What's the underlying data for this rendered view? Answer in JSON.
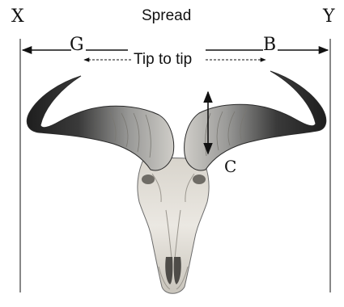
{
  "labels": {
    "x": "X",
    "y": "Y",
    "spread": "Spread",
    "g": "G",
    "b": "B",
    "tip_to_tip": "Tip to tip",
    "c": "C"
  },
  "image": {
    "subject": "cape-buffalo-skull-illustration"
  },
  "colors": {
    "ink": "#111111",
    "horn_dark": "#2b2b2b",
    "bone": "#e4e0d8"
  }
}
